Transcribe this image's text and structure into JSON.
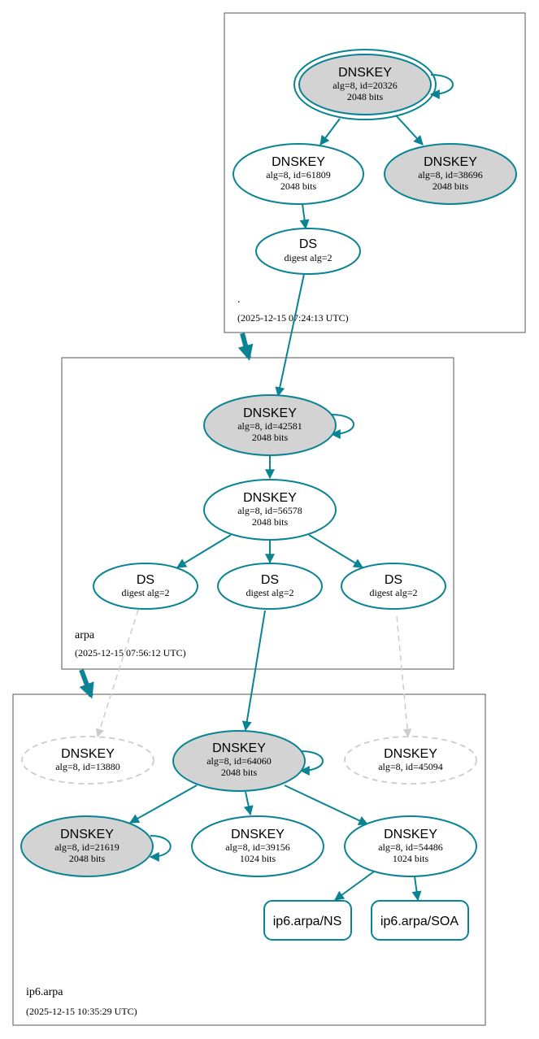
{
  "colors": {
    "edge": "#0a8494",
    "missing": "#cccccc",
    "ksk_fill": "#d3d3d3",
    "zsk_fill": "#ffffff",
    "zone_border": "#555555"
  },
  "zones": {
    "root": {
      "name": ".",
      "date": "(2025-12-15 07:24:13 UTC)"
    },
    "arpa": {
      "name": "arpa",
      "date": "(2025-12-15 07:56:12 UTC)"
    },
    "ip6": {
      "name": "ip6.arpa",
      "date": "(2025-12-15 10:35:29 UTC)"
    }
  },
  "nodes": {
    "root_ksk": {
      "title": "DNSKEY",
      "l1": "alg=8, id=20326",
      "l2": "2048 bits"
    },
    "root_zsk": {
      "title": "DNSKEY",
      "l1": "alg=8, id=61809",
      "l2": "2048 bits"
    },
    "root_ksk2": {
      "title": "DNSKEY",
      "l1": "alg=8, id=38696",
      "l2": "2048 bits"
    },
    "root_ds": {
      "title": "DS",
      "l1": "digest alg=2"
    },
    "arpa_ksk": {
      "title": "DNSKEY",
      "l1": "alg=8, id=42581",
      "l2": "2048 bits"
    },
    "arpa_zsk": {
      "title": "DNSKEY",
      "l1": "alg=8, id=56578",
      "l2": "2048 bits"
    },
    "arpa_ds1": {
      "title": "DS",
      "l1": "digest alg=2"
    },
    "arpa_ds2": {
      "title": "DS",
      "l1": "digest alg=2"
    },
    "arpa_ds3": {
      "title": "DS",
      "l1": "digest alg=2"
    },
    "ip6_missing1": {
      "title": "DNSKEY",
      "l1": "alg=8, id=13880"
    },
    "ip6_ksk": {
      "title": "DNSKEY",
      "l1": "alg=8, id=64060",
      "l2": "2048 bits"
    },
    "ip6_missing2": {
      "title": "DNSKEY",
      "l1": "alg=8, id=45094"
    },
    "ip6_ksk2": {
      "title": "DNSKEY",
      "l1": "alg=8, id=21619",
      "l2": "2048 bits"
    },
    "ip6_zsk1": {
      "title": "DNSKEY",
      "l1": "alg=8, id=39156",
      "l2": "1024 bits"
    },
    "ip6_zsk2": {
      "title": "DNSKEY",
      "l1": "alg=8, id=54486",
      "l2": "1024 bits"
    }
  },
  "rrsets": {
    "ns": "ip6.arpa/NS",
    "soa": "ip6.arpa/SOA"
  }
}
